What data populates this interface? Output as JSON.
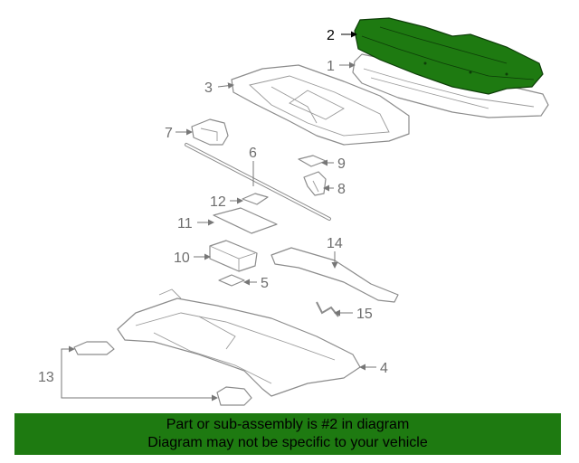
{
  "diagram": {
    "callouts": {
      "c1": "1",
      "c2": "2",
      "c3": "3",
      "c4": "4",
      "c5": "5",
      "c6": "6",
      "c7": "7",
      "c8": "8",
      "c9": "9",
      "c10": "10",
      "c11": "11",
      "c12": "12",
      "c13": "13",
      "c14": "14",
      "c15": "15"
    },
    "highlight_part": "2",
    "highlight_color": "#1e7a11",
    "line_color": "#8c8c8c"
  },
  "banner": {
    "line1": "Part or sub-assembly is #2 in diagram",
    "line2": "Diagram may not be specific to your vehicle",
    "background": "#1e7a11"
  }
}
